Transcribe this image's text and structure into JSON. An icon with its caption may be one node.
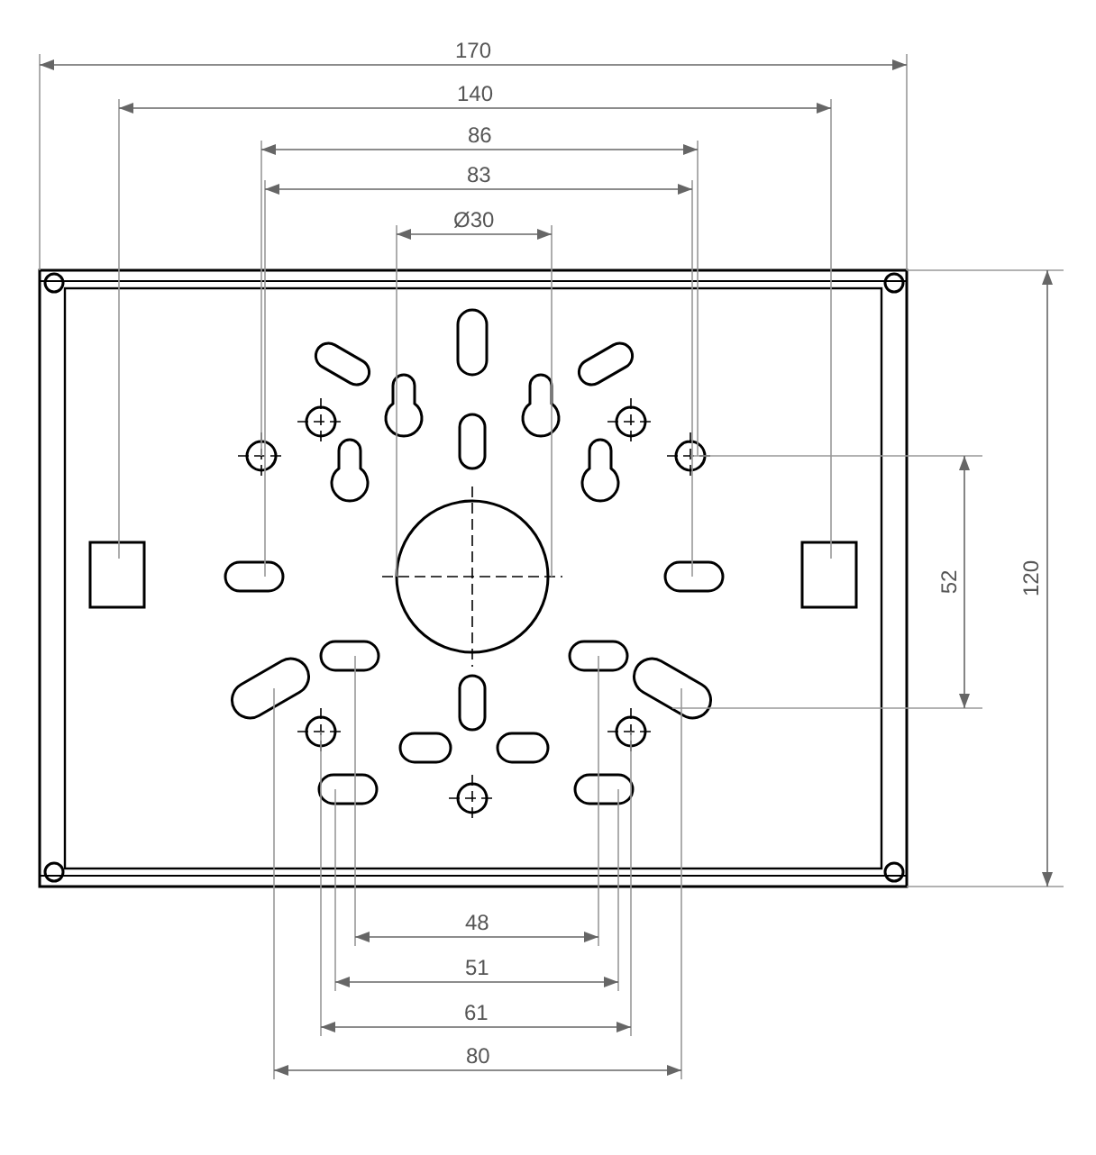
{
  "diagram": {
    "labels": [
      "170",
      "140",
      "86",
      "83",
      "Ø30",
      "52",
      "120",
      "48",
      "51",
      "61",
      "80"
    ]
  }
}
